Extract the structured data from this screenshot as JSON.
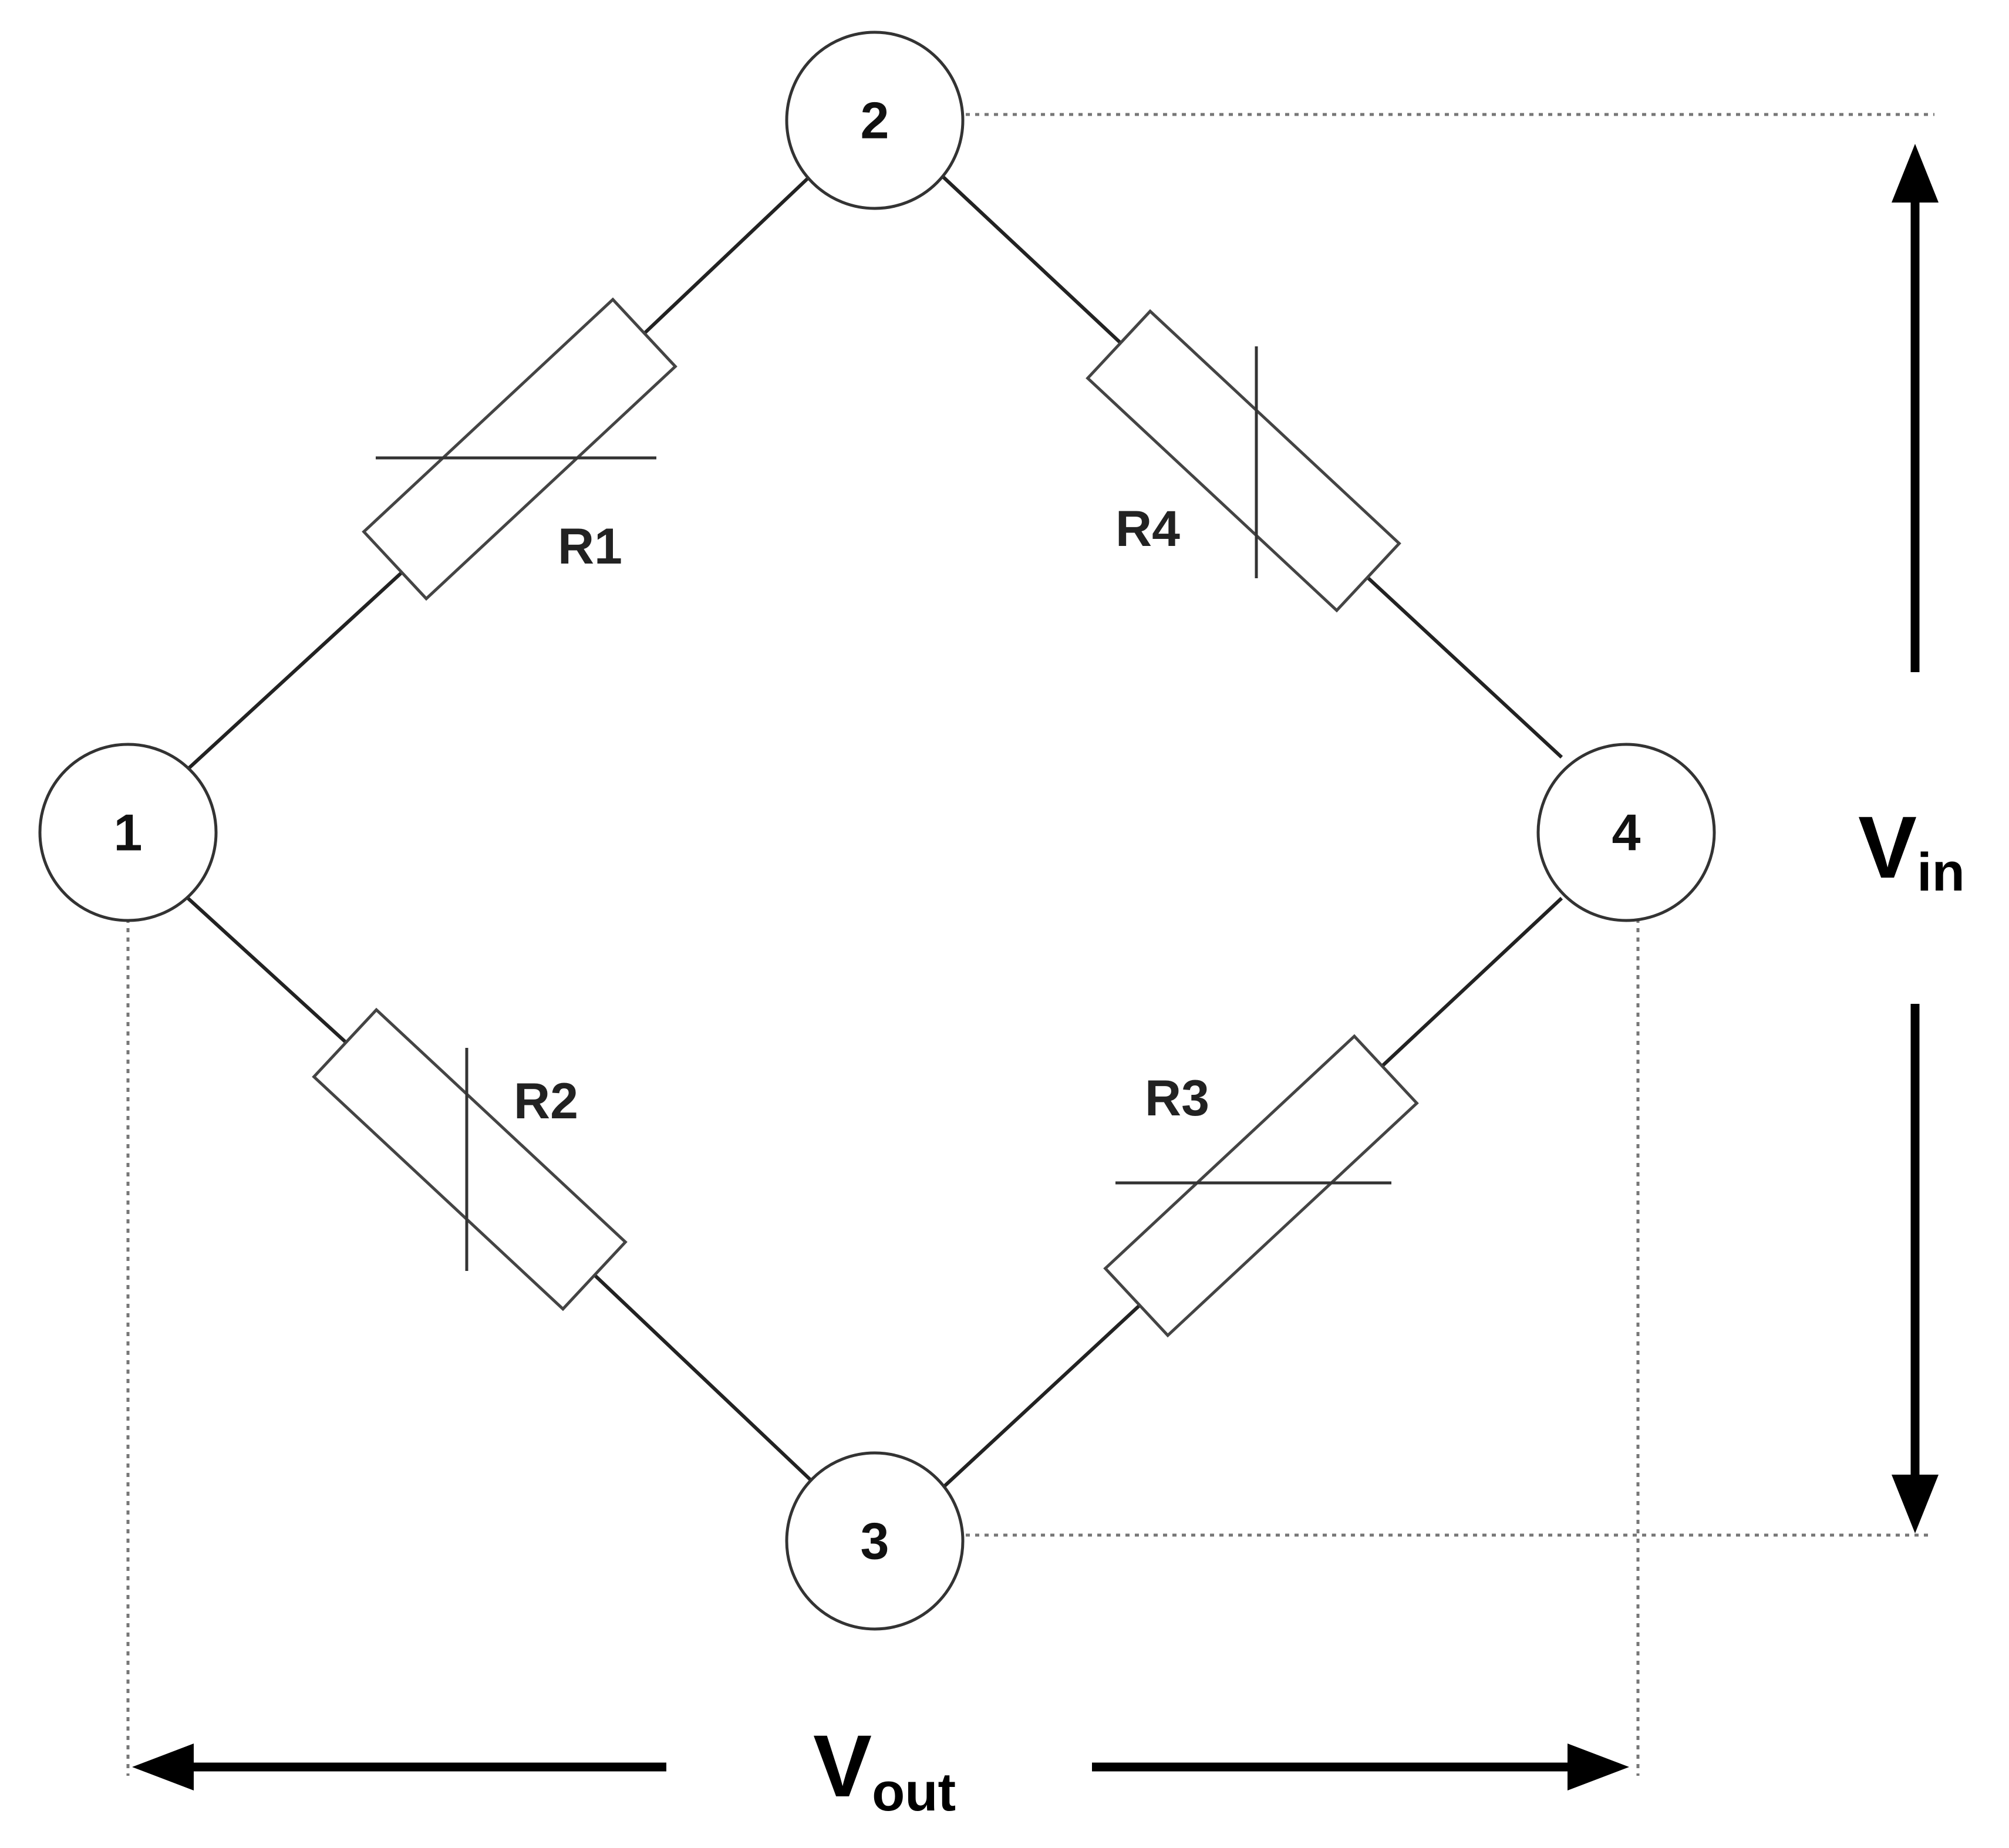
{
  "nodes": [
    {
      "id": "1",
      "label": "1"
    },
    {
      "id": "2",
      "label": "2"
    },
    {
      "id": "3",
      "label": "3"
    },
    {
      "id": "4",
      "label": "4"
    }
  ],
  "resistors": [
    {
      "id": "R1",
      "label": "R1",
      "between": [
        "1",
        "2"
      ]
    },
    {
      "id": "R2",
      "label": "R2",
      "between": [
        "1",
        "3"
      ]
    },
    {
      "id": "R3",
      "label": "R3",
      "between": [
        "3",
        "4"
      ]
    },
    {
      "id": "R4",
      "label": "R4",
      "between": [
        "2",
        "4"
      ]
    }
  ],
  "voltages": {
    "input": {
      "main": "V",
      "sub": "in",
      "between": [
        "2",
        "3"
      ]
    },
    "output": {
      "main": "V",
      "sub": "out",
      "between": [
        "1",
        "4"
      ]
    }
  }
}
